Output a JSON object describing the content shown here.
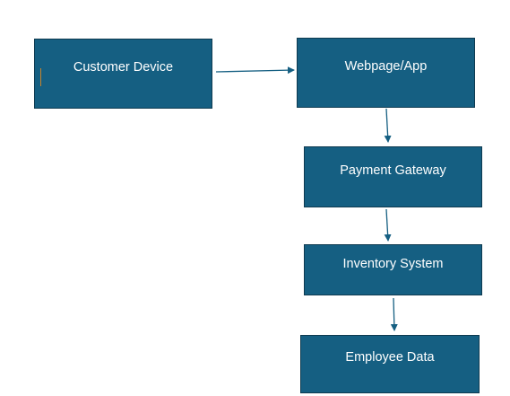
{
  "diagram": {
    "nodes": [
      {
        "id": "customer-device",
        "label": "Customer Device"
      },
      {
        "id": "webpage-app",
        "label": "Webpage/App"
      },
      {
        "id": "payment-gateway",
        "label": "Payment Gateway"
      },
      {
        "id": "inventory-system",
        "label": "Inventory System"
      },
      {
        "id": "employee-data",
        "label": "Employee Data"
      }
    ],
    "edges": [
      {
        "from": "customer-device",
        "to": "webpage-app"
      },
      {
        "from": "webpage-app",
        "to": "payment-gateway"
      },
      {
        "from": "payment-gateway",
        "to": "inventory-system"
      },
      {
        "from": "inventory-system",
        "to": "employee-data"
      }
    ],
    "colors": {
      "node_fill": "#155f82",
      "node_border": "#0e3a50",
      "arrow": "#155f82",
      "text": "#ffffff"
    }
  }
}
